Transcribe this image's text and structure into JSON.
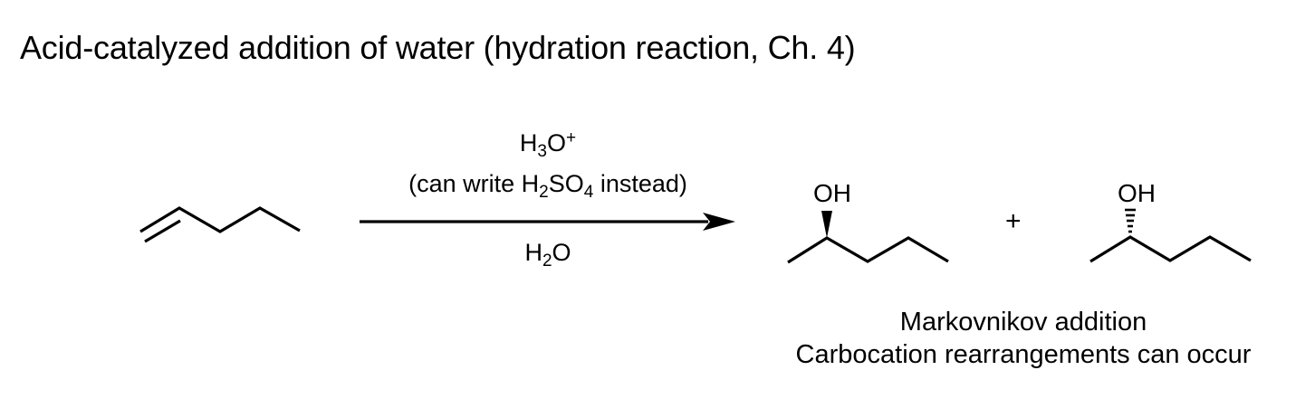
{
  "title": "Acid-catalyzed addition of water (hydration reaction, Ch. 4)",
  "reactant": {
    "name": "1-pentene",
    "structure": "skeletal-alkene"
  },
  "arrow": {
    "reagent_top": {
      "base": "H",
      "sub": "3",
      "atom": "O",
      "sup": "+"
    },
    "reagent_alt": {
      "prefix": "(can write H",
      "sub1": "2",
      "mid": "SO",
      "sub2": "4",
      "suffix": " instead)"
    },
    "reagent_bottom": {
      "base": "H",
      "sub": "2",
      "atom": "O"
    }
  },
  "products": [
    {
      "label": "OH",
      "stereo_bond": "wedge",
      "name": "(R/S)-2-pentanol enantiomer 1"
    },
    {
      "label": "OH",
      "stereo_bond": "hash",
      "name": "2-pentanol enantiomer 2"
    }
  ],
  "plus_sign": "+",
  "notes": {
    "line1": "Markovnikov addition",
    "line2": "Carbocation rearrangements can occur"
  }
}
